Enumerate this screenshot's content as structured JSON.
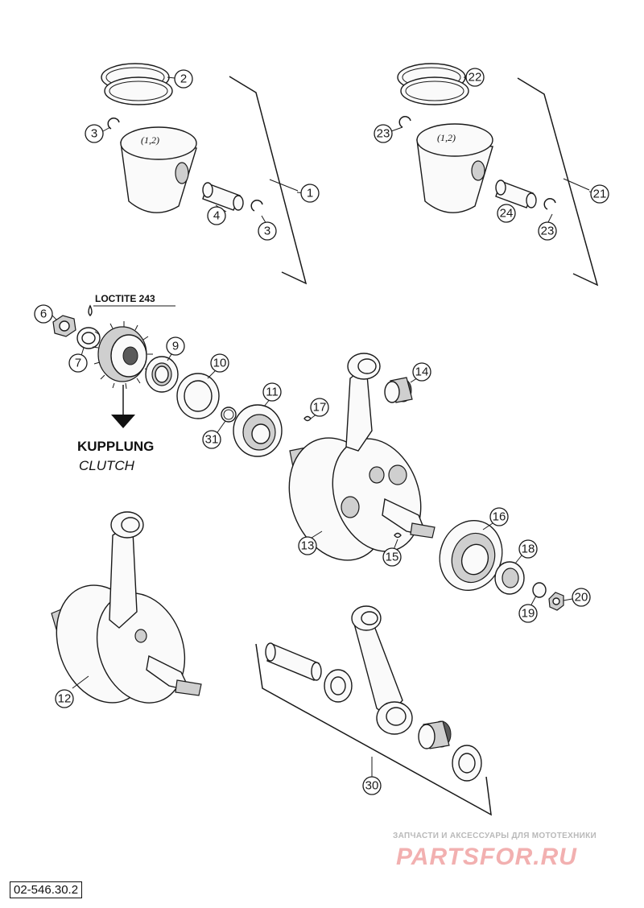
{
  "labels": {
    "loctite": "LOCTITE 243",
    "kupplung": "KUPPLUNG",
    "clutch": "CLUTCH",
    "piston_mark_1": "(1,2)",
    "piston_mark_2": "(1,2)"
  },
  "callouts": {
    "c1": "1",
    "c2": "2",
    "c3a": "3",
    "c3b": "3",
    "c4": "4",
    "c6": "6",
    "c7": "7",
    "c9": "9",
    "c10": "10",
    "c11": "11",
    "c12": "12",
    "c13": "13",
    "c14": "14",
    "c15": "15",
    "c16": "16",
    "c17": "17",
    "c18": "18",
    "c19": "19",
    "c20": "20",
    "c21": "21",
    "c22": "22",
    "c23a": "23",
    "c23b": "23",
    "c24": "24",
    "c30": "30",
    "c31": "31"
  },
  "footer": {
    "doc_number": "02-546.30.2"
  },
  "watermark": {
    "top_text": "ЗАПЧАСТИ И АКСЕССУАРЫ ДЛЯ МОТОТЕХНИКИ",
    "brand": "PARTSFOR.RU"
  }
}
